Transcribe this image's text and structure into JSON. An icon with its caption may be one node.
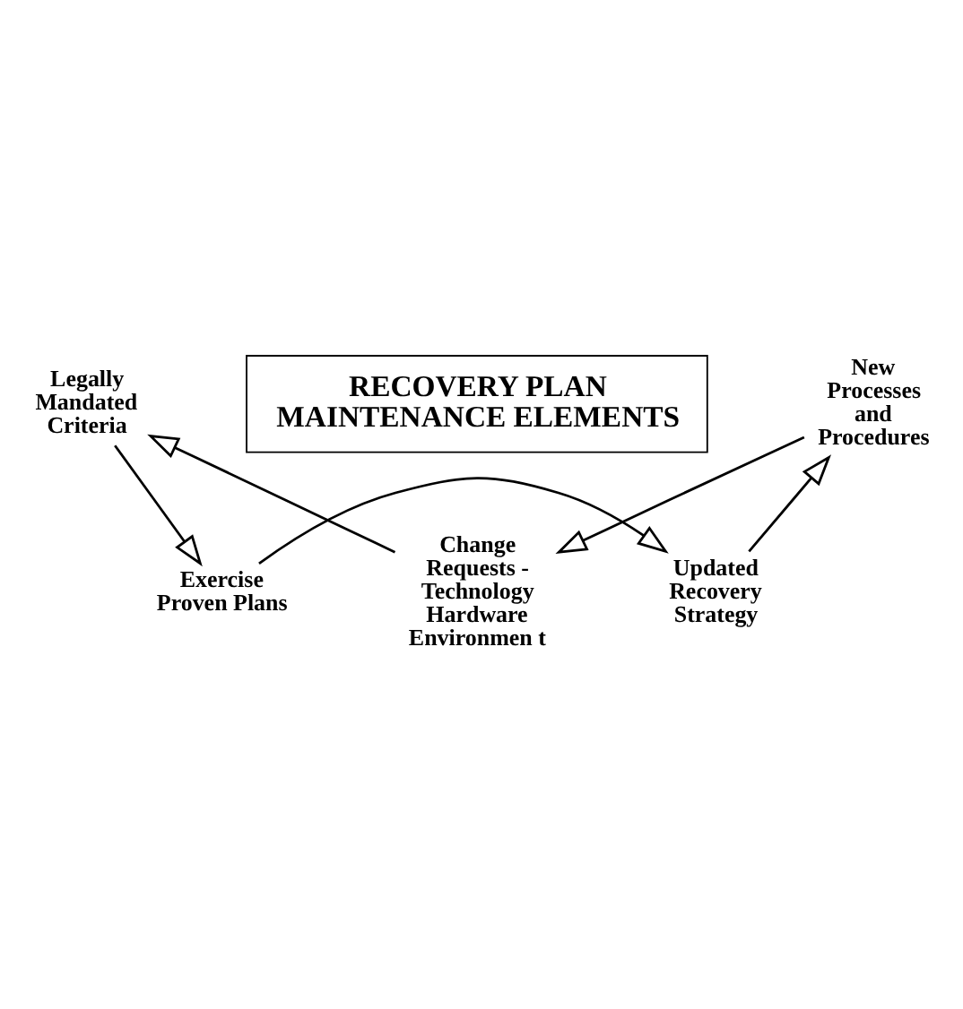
{
  "diagram": {
    "nodes": [
      {
        "text": [
          "RECOVERY PLAN MAINTENANCE ELEMENTS"
        ]
      },
      {
        "text": [
          "Exercise Proven Plans"
        ]
      },
      {
        "text": [
          "Updated Recovery Strategy"
        ]
      },
      {
        "text": [
          "New Processes and Procedures"
        ]
      },
      {
        "text": [
          "Change Requests - Technology Hardware Environmen t"
        ]
      },
      {
        "text": [
          "Legally Mandated Criteria"
        ]
      }
    ],
    "edges": [
      {
        "from": 1,
        "to": 2,
        "arrow": "to"
      },
      {
        "from": 2,
        "to": 3,
        "arrow": "to"
      },
      {
        "from": 3,
        "to": 4,
        "arrow": "to"
      },
      {
        "from": 4,
        "to": 5,
        "arrow": "to"
      },
      {
        "from": 5,
        "to": 1,
        "arrow": "to"
      }
    ]
  }
}
